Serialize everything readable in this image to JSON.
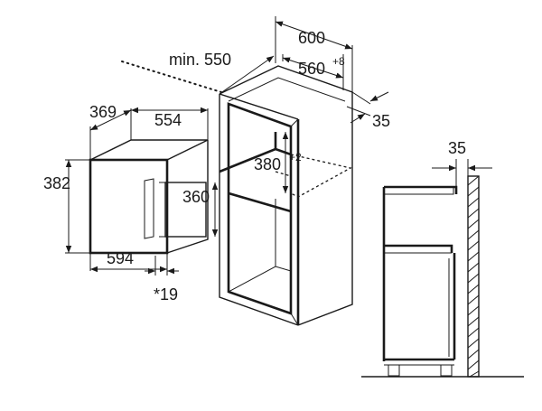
{
  "dimensions": {
    "appliance_depth": "369",
    "appliance_height": "382",
    "appliance_inner_width": "554",
    "appliance_inner_height": "360",
    "appliance_width": "594",
    "front_offset": "*19",
    "niche_min_depth_label": "min. 550",
    "cabinet_width": "600",
    "niche_width": "560",
    "niche_width_tolerance": "+8",
    "niche_height": "380",
    "niche_height_tolerance": "+2",
    "gap_top": "35",
    "gap_side": "35"
  }
}
